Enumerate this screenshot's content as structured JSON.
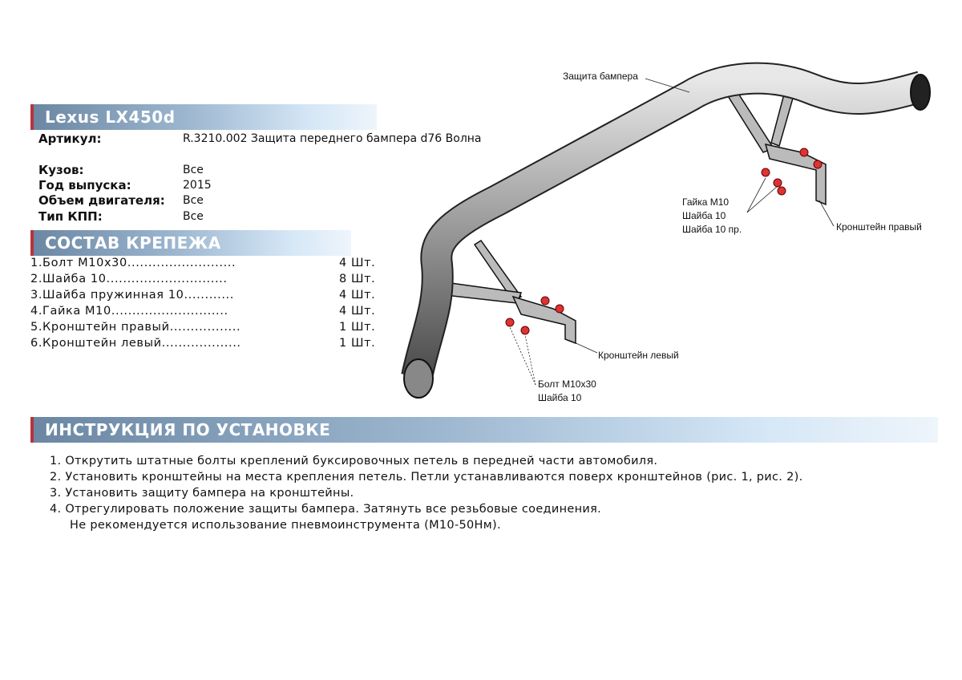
{
  "header": {
    "title": "Lexus LX450d"
  },
  "specs": [
    {
      "label": "Артикул:",
      "value": "R.3210.002 Защита переднего бампера d76 Волна"
    },
    {
      "label": "Кузов:",
      "value": "Все"
    },
    {
      "label": "Год выпуска:",
      "value": "2015"
    },
    {
      "label": "Объем двигателя:",
      "value": "Все"
    },
    {
      "label": "Тип КПП:",
      "value": "Все"
    }
  ],
  "fasteners": {
    "title": "СОСТАВ КРЕПЕЖА",
    "items": [
      {
        "name": "1.Болт М10х30..........................",
        "qty": "4 Шт."
      },
      {
        "name": "2.Шайба 10.............................",
        "qty": "8 Шт."
      },
      {
        "name": "3.Шайба пружинная 10............",
        "qty": "4 Шт."
      },
      {
        "name": "4.Гайка М10............................",
        "qty": "4 Шт."
      },
      {
        "name": "5.Кронштейн правый.................",
        "qty": "1 Шт."
      },
      {
        "name": "6.Кронштейн левый...................",
        "qty": "1 Шт."
      }
    ]
  },
  "instructions": {
    "title": "ИНСТРУКЦИЯ ПО УСТАНОВКЕ",
    "steps": [
      "1. Открутить штатные болты креплений буксировочных петель в передней части автомобиля.",
      "2. Установить кронштейны на места крепления петель. Петли устанавливаются поверх кронштейнов (рис. 1, рис. 2).",
      "3. Установить защиту бампера на кронштейны.",
      "4. Отрегулировать положение защиты бампера. Затянуть все резьбовые соединения.",
      "Не рекомендуется использование пневмоинструмента (М10-50Нм)."
    ]
  },
  "diagram": {
    "labels": {
      "bumper": "Защита бампера",
      "nut": "Гайка М10",
      "washer": "Шайба 10",
      "spring_washer": "Шайба 10 пр.",
      "bracket_right": "Кронштейн правый",
      "bracket_left": "Кронштейн левый",
      "bolt": "Болт М10х30",
      "washer2": "Шайба 10"
    }
  }
}
